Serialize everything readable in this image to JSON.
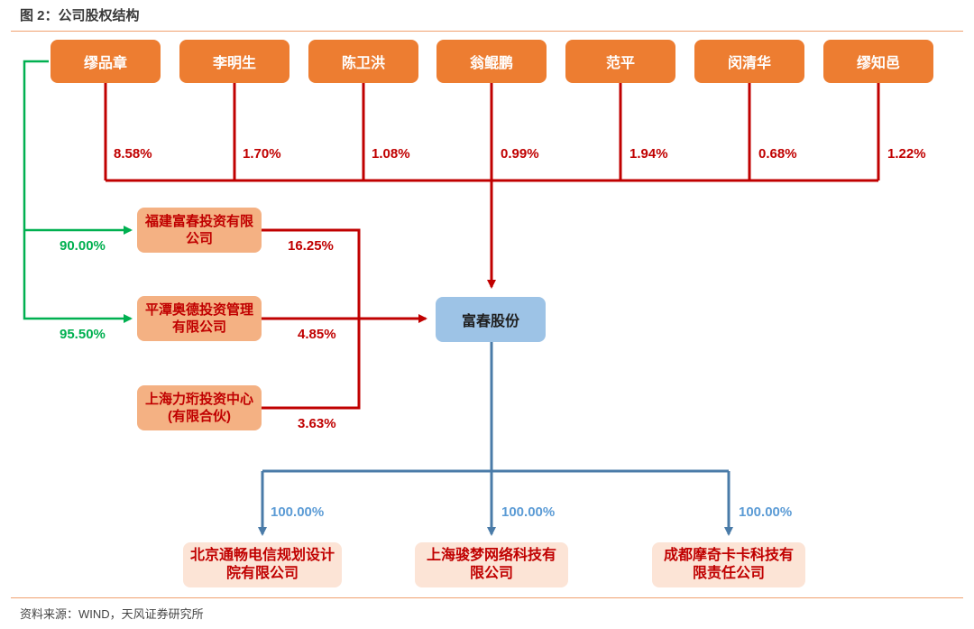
{
  "title": "图 2：公司股权结构",
  "source": "资料来源：WIND，天风证券研究所",
  "colors": {
    "person_box": "#ed7d31",
    "fund_box": "#f4b183",
    "center_box": "#9dc3e6",
    "sub_box": "#fce4d6",
    "red_line": "#c00000",
    "green_line": "#00b050",
    "blue_line": "#4a7ba8"
  },
  "shareholders": [
    {
      "name": "缪品章",
      "pct": "8.58%"
    },
    {
      "name": "李明生",
      "pct": "1.70%"
    },
    {
      "name": "陈卫洪",
      "pct": "1.08%"
    },
    {
      "name": "翁鲲鹏",
      "pct": "0.99%"
    },
    {
      "name": "范平",
      "pct": "1.94%"
    },
    {
      "name": "闵清华",
      "pct": "0.68%"
    },
    {
      "name": "缪知邑",
      "pct": "1.22%"
    }
  ],
  "funds": [
    {
      "name": "福建富春投资有限公司",
      "pct": "16.25%",
      "parent_pct": "90.00%"
    },
    {
      "name": "平潭奥德投资管理有限公司",
      "pct": "4.85%",
      "parent_pct": "95.50%"
    },
    {
      "name": "上海力珩投资中心(有限合伙)",
      "pct": "3.63%"
    }
  ],
  "company": "富春股份",
  "subsidiaries": [
    {
      "name": "北京通畅电信规划设计院有限公司",
      "pct": "100.00%"
    },
    {
      "name": "上海骏梦网络科技有限公司",
      "pct": "100.00%"
    },
    {
      "name": "成都摩奇卡卡科技有限责任公司",
      "pct": "100.00%"
    }
  ]
}
